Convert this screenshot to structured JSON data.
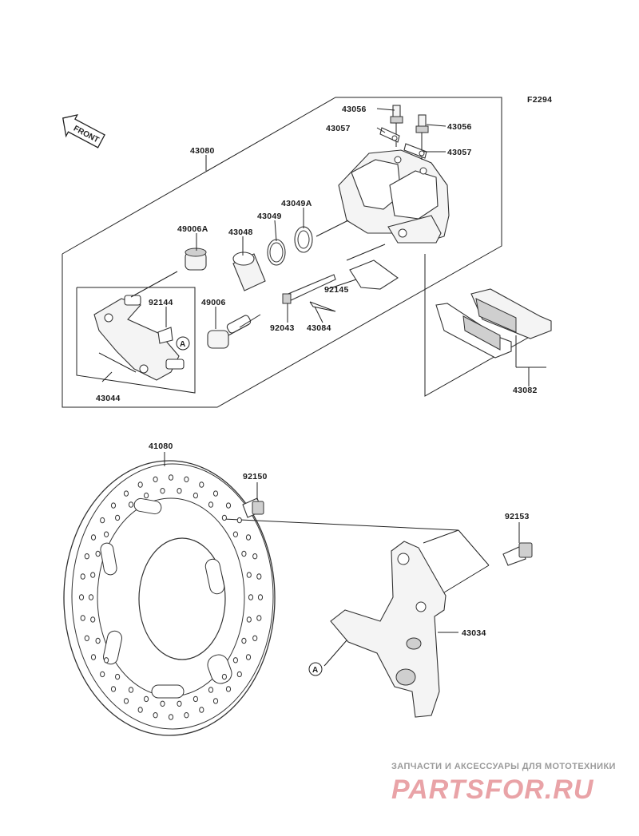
{
  "diagram_code": "F2294",
  "front_label": "FRONT",
  "callout_marker": "A",
  "parts": {
    "p43056a": "43056",
    "p43056b": "43056",
    "p43057a": "43057",
    "p43057b": "43057",
    "p43080": "43080",
    "p43049A": "43049A",
    "p43049": "43049",
    "p43048": "43048",
    "p49006A": "49006A",
    "p92144": "92144",
    "p49006": "49006",
    "p92145": "92145",
    "p92043": "92043",
    "p43084": "43084",
    "p43044": "43044",
    "p43082": "43082",
    "p41080": "41080",
    "p92150": "92150",
    "p92153": "92153",
    "p43034": "43034"
  },
  "watermark": {
    "tagline": "ЗАПЧАСТИ И АКСЕССУАРЫ ДЛЯ МОТОТЕХНИКИ",
    "logo": "PARTSFOR.RU"
  }
}
